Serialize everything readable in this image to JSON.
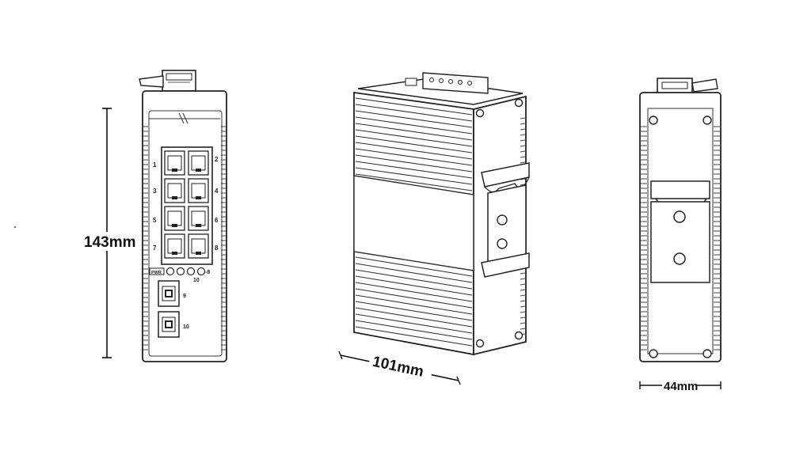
{
  "dimensions": {
    "height": "143mm",
    "depth": "101mm",
    "width": "44mm"
  },
  "front_panel": {
    "port_numbers": [
      "1",
      "2",
      "3",
      "4",
      "5",
      "6",
      "7",
      "8"
    ],
    "led_label": "PWR",
    "led_range": "-8",
    "led_10": "10",
    "sfp_ports": [
      "9",
      "10"
    ]
  }
}
